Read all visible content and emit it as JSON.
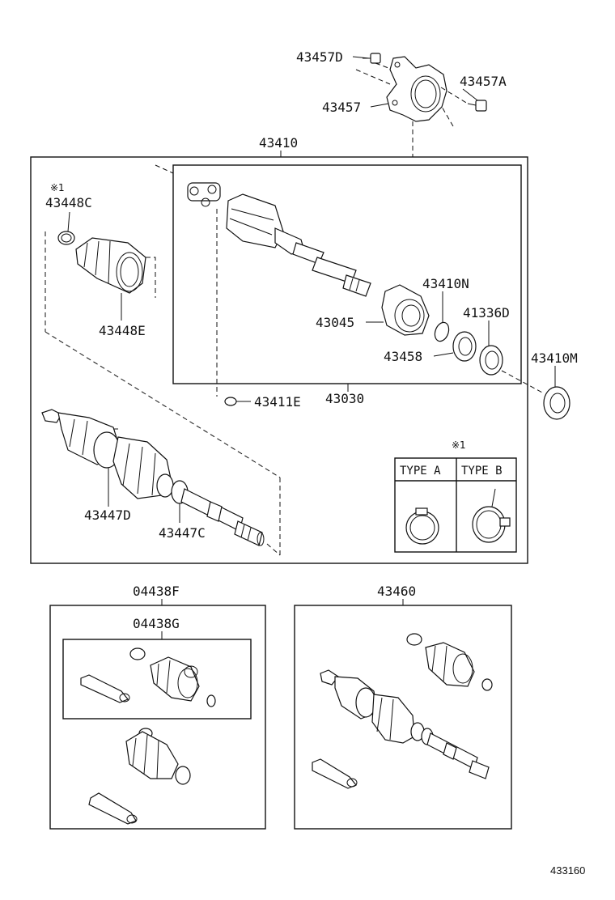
{
  "labels": {
    "p43457D": "43457D",
    "p43457A": "43457A",
    "p43457": "43457",
    "p43410": "43410",
    "p43448C": "43448C",
    "note_mark": "※1",
    "p43448E": "43448E",
    "p43410N": "43410N",
    "p41336D": "41336D",
    "p43045": "43045",
    "p43458": "43458",
    "p43410M": "43410M",
    "p43411E": "43411E",
    "p43030": "43030",
    "p43447D": "43447D",
    "p43447C": "43447C",
    "p04438F": "04438F",
    "p04438G": "04438G",
    "p43460": "43460"
  },
  "type_table": {
    "mark": "※1",
    "type_a": "TYPE  A",
    "type_b": "TYPE  B"
  },
  "figure_number": "433160"
}
